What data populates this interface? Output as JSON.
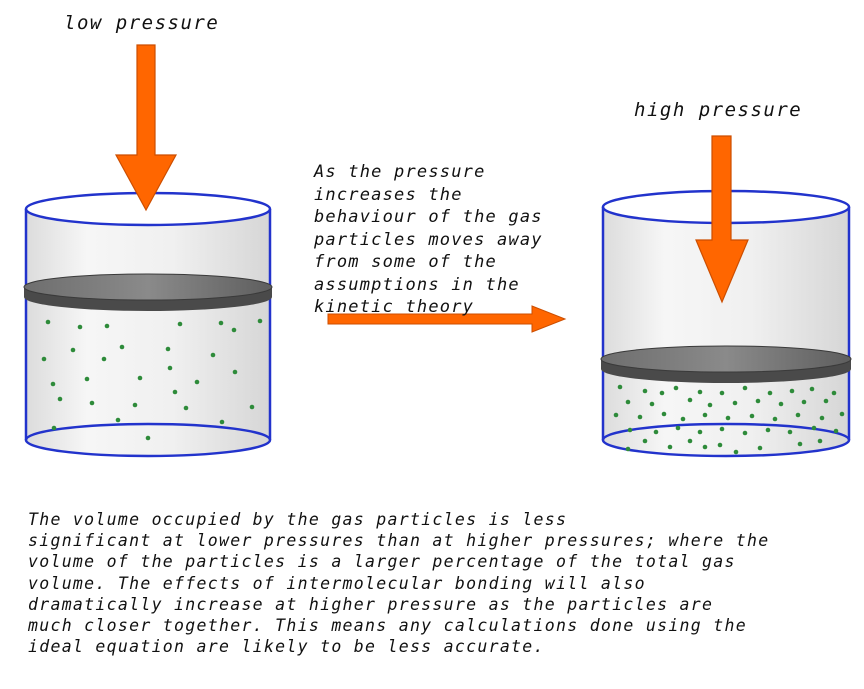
{
  "labels": {
    "low_pressure": "low pressure",
    "high_pressure": "high pressure"
  },
  "middle_text": [
    "As the pressure",
    "increases the",
    "behaviour of the gas",
    "particles moves away",
    "from some of the",
    "assumptions in the",
    "kinetic theory"
  ],
  "bottom_text": [
    "The volume occupied by the gas particles is less",
    "significant at lower pressures than at higher pressures; where the",
    "volume of the particles is a larger percentage of the total gas",
    "volume.  The effects of intermolecular bonding will also",
    "dramatically increase at higher pressure as the particles are",
    "much closer together. This means any calculations done using the",
    "ideal equation are likely to be less accurate."
  ],
  "colors": {
    "arrow": "#ff6600",
    "cylinder_outline": "#2233cc",
    "piston": "#5a5a5a",
    "particle": "#2e8b3a"
  }
}
